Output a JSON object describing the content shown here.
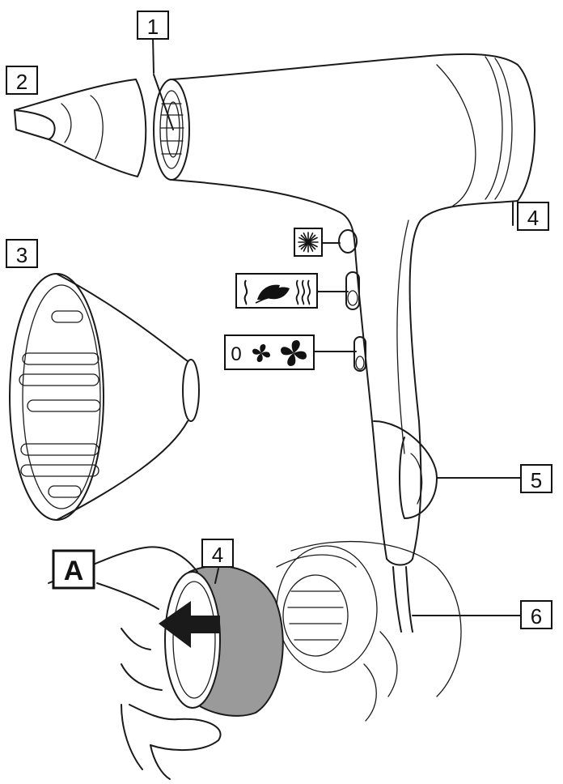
{
  "labels": {
    "concentrator_nozzle": "1",
    "concentrator": "2",
    "diffuser": "3",
    "rear_filter": "4",
    "hanging_loop": "5",
    "cord": "6",
    "rear_filter_detail": "4"
  },
  "switches": {
    "fan_speed": "0"
  },
  "step_label": "A",
  "colors": {
    "outline": "#1a1a1a",
    "filter_grey": "#9a9a9a"
  },
  "icons": [
    "cold-shot-snowflake-icon",
    "heat-settings-icon",
    "fan-speed-icon",
    "arrow-icon"
  ]
}
